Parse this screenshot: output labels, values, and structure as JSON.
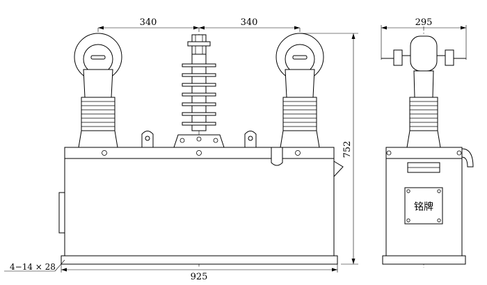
{
  "front_view": {
    "dim_spacing_left": "340",
    "dim_spacing_right": "340",
    "dim_total_width": "925",
    "dim_height": "752",
    "mounting_holes_note": "4−14 × 28"
  },
  "side_view": {
    "dim_width": "295",
    "nameplate_label": "铭牌"
  }
}
